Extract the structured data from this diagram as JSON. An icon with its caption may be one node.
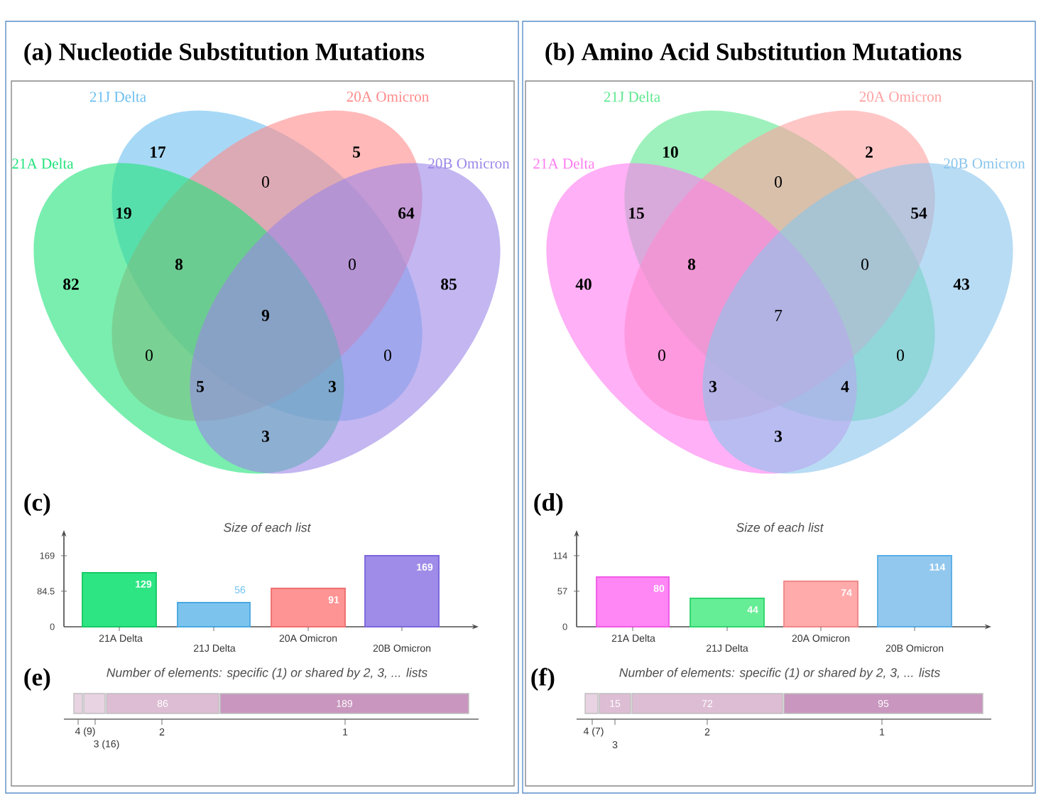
{
  "diagram": {
    "nodes": [
      {
        "text": [
          "21J Delta"
        ]
      },
      {
        "text": [
          "20A Omicron"
        ]
      },
      {
        "text": [
          "21A Delta"
        ]
      },
      {
        "text": [
          "20B Omicron"
        ]
      },
      {
        "text": [
          "21J Delta"
        ]
      },
      {
        "text": [
          "20A Omicron"
        ]
      },
      {
        "text": [
          "21A Delta"
        ]
      },
      {
        "text": [
          "20B Omicron"
        ]
      }
    ],
    "labels": [
      "(a) Nucleotide Substitution Mutations",
      "(b) Amino Acid Substitution Mutations",
      "17",
      "5",
      "0",
      "19",
      "64",
      "8",
      "0",
      "82",
      "85",
      "9",
      "0",
      "5",
      "3",
      "0",
      "3",
      "10",
      "2",
      "0",
      "15",
      "54",
      "8",
      "0",
      "40",
      "43",
      "7",
      "0",
      "3",
      "4",
      "0",
      "3",
      "(c)",
      "Size of each list",
      "169",
      "84.5",
      "0",
      "129",
      "56",
      "91",
      "169",
      "21A Delta",
      "21J Delta",
      "20A Omicron",
      "20B Omicron",
      "(e)",
      "Number of elements: specific (1) or shared by 2, 3, ... lists",
      "86",
      "189",
      "4 (9)",
      "3 (16)",
      "2",
      "1",
      "(d)",
      "Size of each list",
      "114",
      "57",
      "0",
      "80",
      "44",
      "74",
      "114",
      "21A Delta",
      "21J Delta",
      "20A Omicron",
      "20B Omicron",
      "(f)",
      "Number of elements: specific (1) or shared by 2, 3, ... lists",
      "15",
      "72",
      "95",
      "4 (7)",
      "3",
      "2",
      "1"
    ]
  }
}
